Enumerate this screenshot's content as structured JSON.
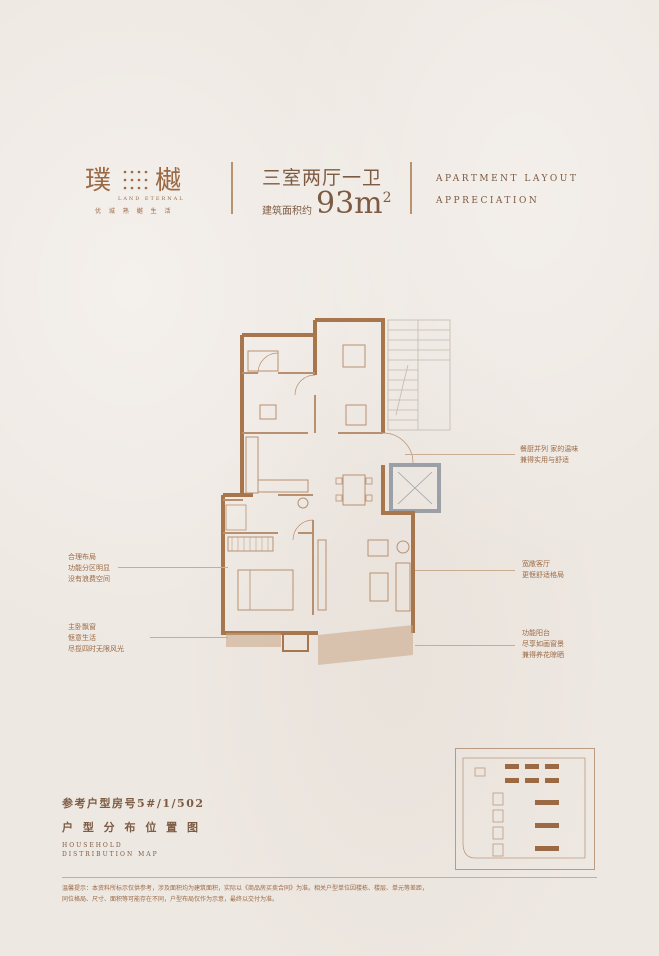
{
  "brand": {
    "name_left": "璞",
    "name_right": "樾",
    "en": "LAND ETERNAL",
    "slogan": "优 城 熟 樾 生 活"
  },
  "header": {
    "layout_title": "三室两厅一卫",
    "area_label": "建筑面积约",
    "area_value": "93m",
    "area_sup": "2",
    "eng_line1": "APARTMENT LAYOUT",
    "eng_line2": "APPRECIATION"
  },
  "notes": {
    "left_1": [
      "合理布局",
      "功能分区明显",
      "没有浪费空间"
    ],
    "left_2": [
      "主卧飘窗",
      "惬意生活",
      "尽揽四时无限风光"
    ],
    "right_1": [
      "餐厨并列 家的温味",
      "兼得实用与舒适"
    ],
    "right_2": [
      "宽敞客厅",
      "更惬舒适格局"
    ],
    "right_3": [
      "功能阳台",
      "尽享如画窗景",
      "兼得养花晾晒"
    ]
  },
  "reference": {
    "unit": "参考户型房号5#/1/502",
    "dist_cn": "户 型 分 布 位 置 图",
    "dist_en1": "HOUSEHOLD",
    "dist_en2": "DISTRIBUTION MAP"
  },
  "footer": {
    "line1": "温馨提示：本资料所标示仅供参考，涉及面积均为建筑面积，实际以《商品房买卖合同》为准。相关户型单位因楼栋、楼层、单元等差距，",
    "line2": "同位格局、尺寸、面积等可能存在不同，户型布局仅作为示意，最终以交付为准。"
  },
  "colors": {
    "accent": "#9b6a45",
    "wall": "#a8764d",
    "background": "#eee8e2"
  }
}
